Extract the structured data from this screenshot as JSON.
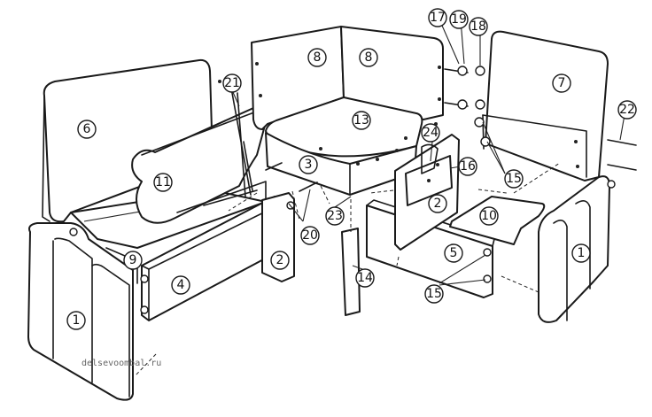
{
  "watermark": "delsevoombal.ru",
  "labels": [
    {
      "text": "1"
    },
    {
      "text": "1"
    },
    {
      "text": "2"
    },
    {
      "text": "2"
    },
    {
      "text": "3"
    },
    {
      "text": "4"
    },
    {
      "text": "5"
    },
    {
      "text": "6"
    },
    {
      "text": "7"
    },
    {
      "text": "8"
    },
    {
      "text": "8"
    },
    {
      "text": "9"
    },
    {
      "text": "10"
    },
    {
      "text": "11"
    },
    {
      "text": "13"
    },
    {
      "text": "14"
    },
    {
      "text": "15"
    },
    {
      "text": "15"
    },
    {
      "text": "16"
    },
    {
      "text": "17"
    },
    {
      "text": "18"
    },
    {
      "text": "19"
    },
    {
      "text": "20"
    },
    {
      "text": "21"
    },
    {
      "text": "22"
    },
    {
      "text": "23"
    },
    {
      "text": "24"
    }
  ]
}
